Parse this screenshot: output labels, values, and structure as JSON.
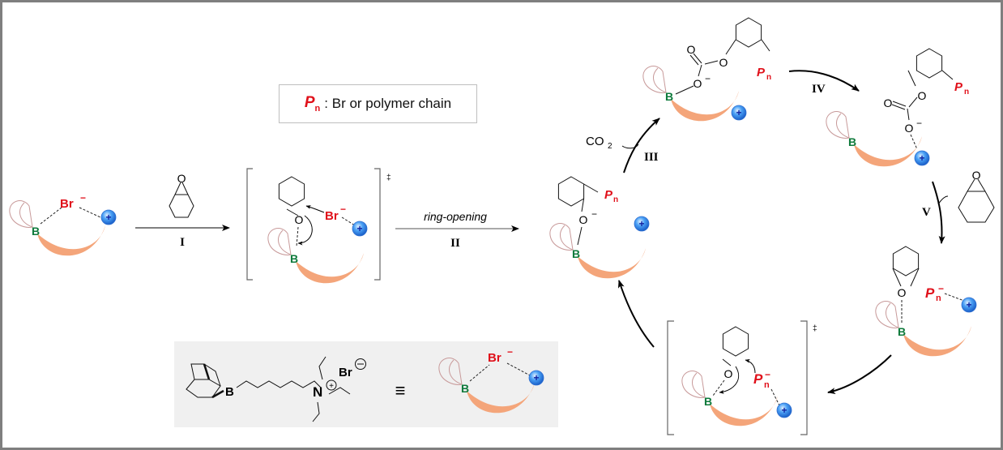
{
  "legend": {
    "symbol": "P",
    "symbol_subscript": "n",
    "description": ": Br or polymer chain"
  },
  "colors": {
    "boron": "#0e7a3b",
    "anion": "#e0101a",
    "linker": "#f4a57a",
    "cation_ball": "#3a8ff0",
    "frame": "#7f7f7f",
    "catalyst_box_bg": "#f0f0f0"
  },
  "steps": {
    "I": {
      "label": "I",
      "reagent": "cyclohexene oxide"
    },
    "II": {
      "label": "II",
      "annotation": "ring-opening"
    },
    "III": {
      "label": "III",
      "reagent": "CO",
      "reagent_subscript": "2"
    },
    "IV": {
      "label": "IV"
    },
    "V": {
      "label": "V",
      "reagent": "cyclohexene oxide"
    }
  },
  "atoms": {
    "boron": "B",
    "bromide": "Br",
    "oxygen": "O",
    "nitrogen": "N",
    "charge_minus": "−",
    "charge_plus": "+",
    "pn": "P",
    "pn_sub": "n",
    "double_dagger": "‡"
  },
  "catalyst": {
    "equivalence_symbol": "≡",
    "counter_ion": "Br"
  }
}
